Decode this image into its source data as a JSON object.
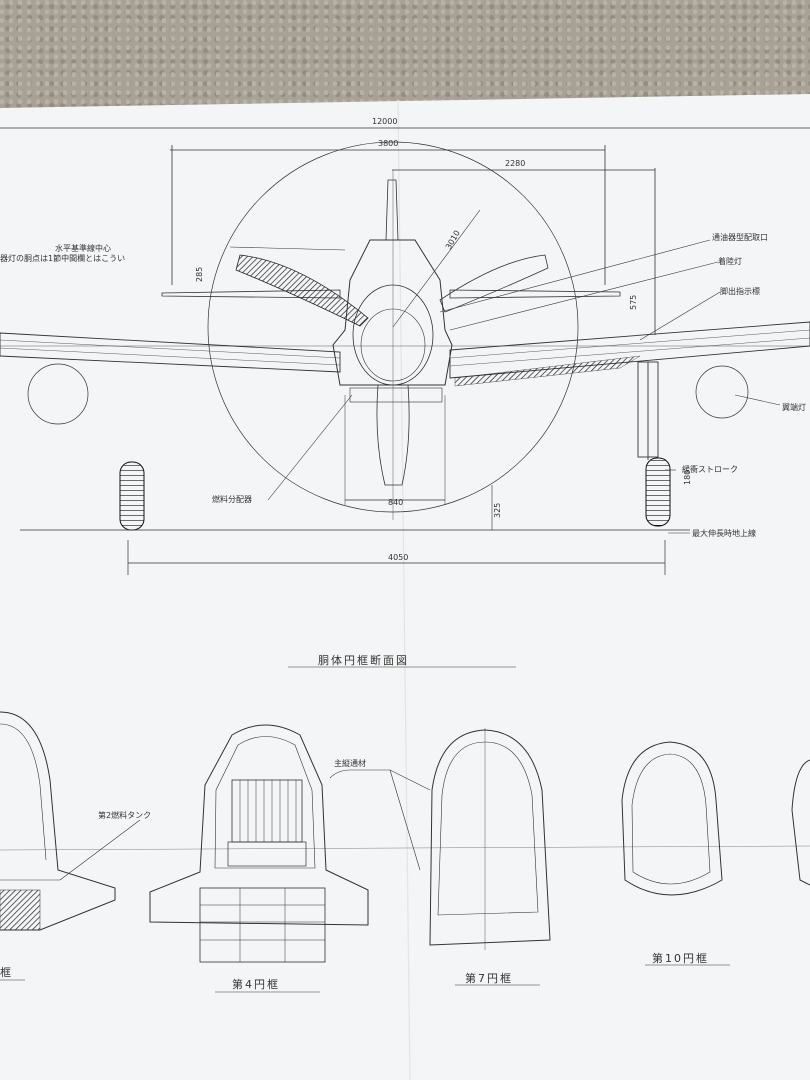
{
  "dimensions": {
    "overall_span": "12000",
    "tailplane_span": "3800",
    "half_tail": "2280",
    "prop_diameter": "3010",
    "dim_285": "285",
    "dim_575": "575",
    "dim_840": "840",
    "dim_325": "325",
    "dim_180": "180",
    "track": "4050"
  },
  "labels": {
    "upper_left_1": "水平基準線中心",
    "upper_left_2": "器灯の胴点は1節中間欄とはこうい",
    "right_1": "通油器型配取口",
    "right_2": "着陸灯",
    "right_3": "脚出指示標",
    "right_4": "翼端灯",
    "right_5": "緩衝ストローク",
    "right_6": "最大伸長時地上線",
    "left_bottom": "燃料分配器"
  },
  "section": {
    "title": "胴体円框断面図",
    "leader_label": "主縦通材",
    "tank_label": "第2燃料タンク",
    "frames": [
      "框",
      "第4円框",
      "第7円框",
      "第10円框"
    ]
  }
}
